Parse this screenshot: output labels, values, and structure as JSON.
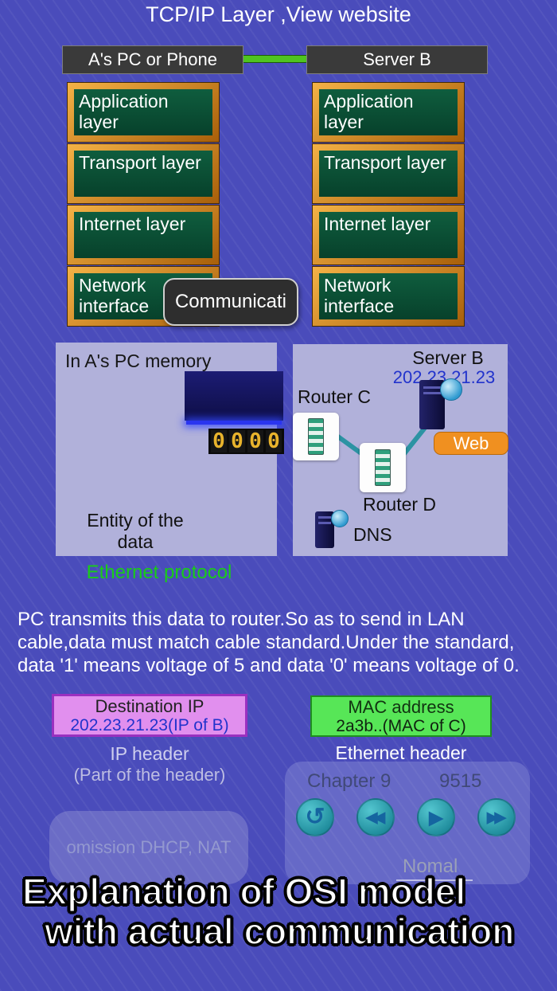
{
  "colors": {
    "background": "#4a4cbb",
    "layer_frame_orange": "#d8881c",
    "layer_panel_green": "#0b4f35",
    "network_interface_text": "#ee22ee",
    "link_line_green": "#4fc420",
    "ethernet_protocol_green": "#19cc19",
    "ip_value_blue": "#2233cc",
    "ip_box_violet": "#e18fee",
    "mac_box_green": "#57e657",
    "web_badge_orange": "#f09020",
    "player_button_teal": "#2f9fae"
  },
  "title": "TCP/IP Layer ,View website",
  "nodes": {
    "left_header": "A's PC or Phone",
    "right_header": "Server B"
  },
  "layers": {
    "left": [
      {
        "label": "Application layer"
      },
      {
        "label": "Transport layer"
      },
      {
        "label": "Internet layer"
      },
      {
        "label": "Network interface"
      }
    ],
    "right": [
      {
        "label": "Application layer"
      },
      {
        "label": "Transport layer"
      },
      {
        "label": "Internet layer"
      },
      {
        "label": "Network interface"
      }
    ]
  },
  "tooltip_label": "Communicati",
  "memory_panel": {
    "title": "In A's PC memory",
    "entity_label": "Entity of the data",
    "lan_digits": [
      "0",
      "0",
      "0",
      "0"
    ],
    "protocol_label": "Ethernet protocol"
  },
  "network_panel": {
    "server_name": "Server B",
    "server_ip": "202.23.21.23",
    "web_badge": "Web",
    "router_c_label": "Router C",
    "router_d_label": "Router D",
    "dns_label": "DNS"
  },
  "description": "PC transmits this data to router.So as to send in LAN cable,data must match cable standard.Under the standard, data '1' means voltage of 5 and data '0' means voltage of 0.",
  "ip_header_box": {
    "title": "Destination IP",
    "value": "202.23.21.23(IP of B)",
    "caption_line1": "IP header",
    "caption_line2": "(Part of the header)"
  },
  "ethernet_header_box": {
    "title": "MAC address",
    "value": "2a3b..(MAC of C)",
    "caption": "Ethernet header"
  },
  "player": {
    "chapter_label": "Chapter 9",
    "chapter_code": "9515",
    "replay_glyph": "↺",
    "rewind_glyph": "◀◀",
    "play_glyph": "▶",
    "fast_forward_glyph": "▶▶",
    "mode_label": "Nomal"
  },
  "omission_label": "omission DHCP, NAT",
  "footer_title": {
    "line1": "Explanation of OSI model",
    "line2": "with actual communication"
  }
}
